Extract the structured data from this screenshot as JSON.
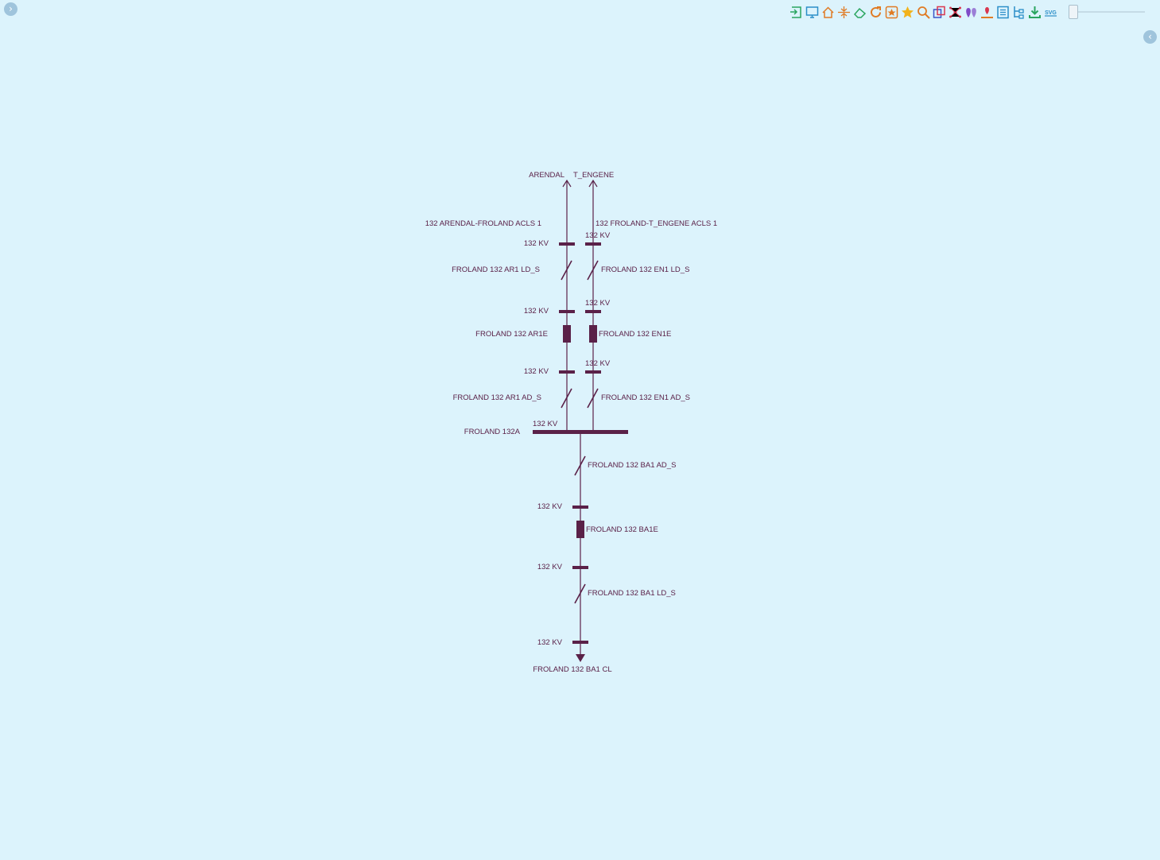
{
  "ui": {
    "expand_left_icon": "chevron-right",
    "collapse_right_icon": "chevron-left",
    "toolbar": [
      {
        "name": "enter-icon",
        "color": "#2aa55f"
      },
      {
        "name": "screen-icon",
        "color": "#2b8ec8"
      },
      {
        "name": "home-icon",
        "color": "#e07b24"
      },
      {
        "name": "split-icon",
        "color": "#e07b24"
      },
      {
        "name": "eraser-icon",
        "color": "#2aa55f"
      },
      {
        "name": "refresh-icon",
        "color": "#e07b24"
      },
      {
        "name": "star-box-icon",
        "color": "#e07b24"
      },
      {
        "name": "star-icon",
        "color": "#f2b21b"
      },
      {
        "name": "search-icon",
        "color": "#e07b24"
      },
      {
        "name": "copy-icon",
        "color": "#3a55c8"
      },
      {
        "name": "network-icon",
        "color": "#d9364f"
      },
      {
        "name": "map-pins-icon",
        "color": "#7f4bc8"
      },
      {
        "name": "map-marker-icon",
        "color": "#e07b24"
      },
      {
        "name": "list-icon",
        "color": "#2b8ec8"
      },
      {
        "name": "tree-icon",
        "color": "#2b8ec8"
      },
      {
        "name": "download-icon",
        "color": "#2aa55f"
      },
      {
        "name": "svg-export-icon",
        "color": "#2b8ec8",
        "label": "SVG"
      }
    ],
    "zoom_level": 0
  },
  "colors": {
    "background": "#dcf3fc",
    "line": "#5a2148"
  },
  "diagram": {
    "feeders_top": {
      "left_dest": "ARENDAL",
      "right_dest": "T_ENGENE",
      "left_line": "132 ARENDAL-FROLAND ACLS 1",
      "right_line": "132 FROLAND-T_ENGENE ACLS 1"
    },
    "left_bay": {
      "v1": "132 KV",
      "sw1": "FROLAND 132 AR1 LD_S",
      "v2": "132 KV",
      "breaker": "FROLAND 132 AR1E",
      "v3": "132 KV",
      "sw2": "FROLAND 132 AR1 AD_S"
    },
    "right_bay": {
      "v1": "132 KV",
      "sw1": "FROLAND 132 EN1 LD_S",
      "v2": "132 KV",
      "breaker": "FROLAND 132 EN1E",
      "v3": "132 KV",
      "sw2": "FROLAND 132 EN1 AD_S"
    },
    "busbar": {
      "voltage": "132 KV",
      "name": "FROLAND 132A"
    },
    "bottom_bay": {
      "sw1": "FROLAND 132 BA1 AD_S",
      "v1": "132 KV",
      "breaker": "FROLAND 132 BA1E",
      "v2": "132 KV",
      "sw2": "FROLAND 132 BA1 LD_S",
      "v3": "132 KV",
      "load": "FROLAND 132 BA1 CL"
    }
  }
}
